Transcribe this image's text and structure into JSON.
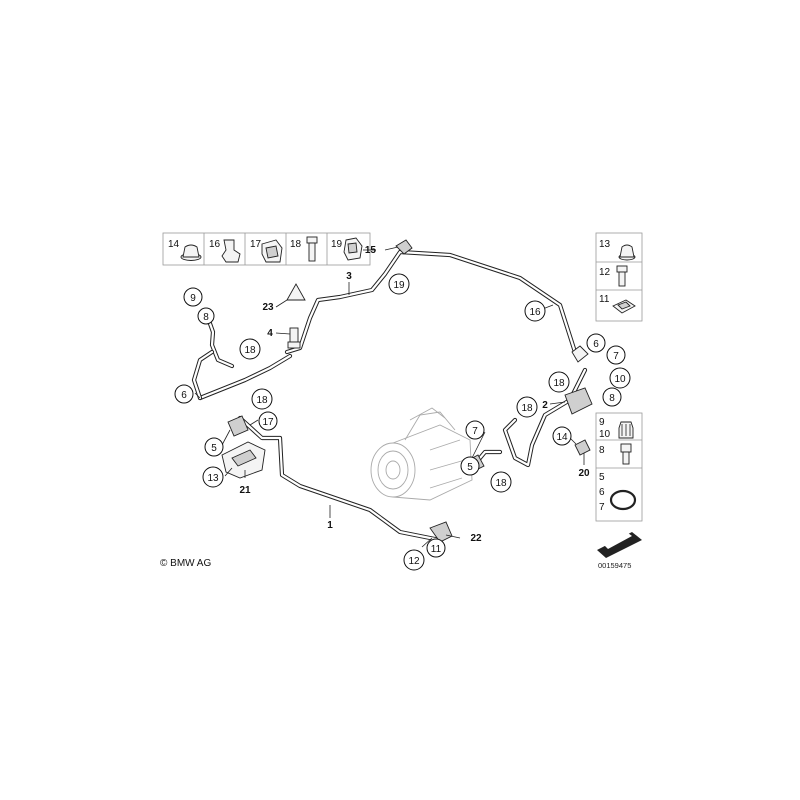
{
  "copyright": "© BMW AG",
  "diagram_id": "00159475",
  "labels": {
    "c1": "1",
    "c2": "2",
    "c3": "3",
    "c4": "4",
    "c5a": "5",
    "c5b": "5",
    "c6a": "6",
    "c6b": "6",
    "c7": "7",
    "c7b": "7",
    "c8": "8",
    "c8b": "8",
    "c9": "9",
    "c10": "10",
    "c11": "11",
    "c12": "12",
    "c13": "13",
    "c14": "14",
    "c15": "15",
    "c16": "16",
    "c17": "17",
    "c18a": "18",
    "c18b": "18",
    "c18c": "18",
    "c18d": "18",
    "c18e": "18",
    "c19": "19",
    "c20": "20",
    "c21": "21",
    "c22": "22",
    "c23": "23"
  },
  "top_legend": [
    "14",
    "16",
    "17",
    "18",
    "19"
  ],
  "right_legend_top": [
    "13",
    "12",
    "11"
  ],
  "right_legend_bottom": [
    "9",
    "10",
    "8",
    "5",
    "6",
    "7"
  ]
}
